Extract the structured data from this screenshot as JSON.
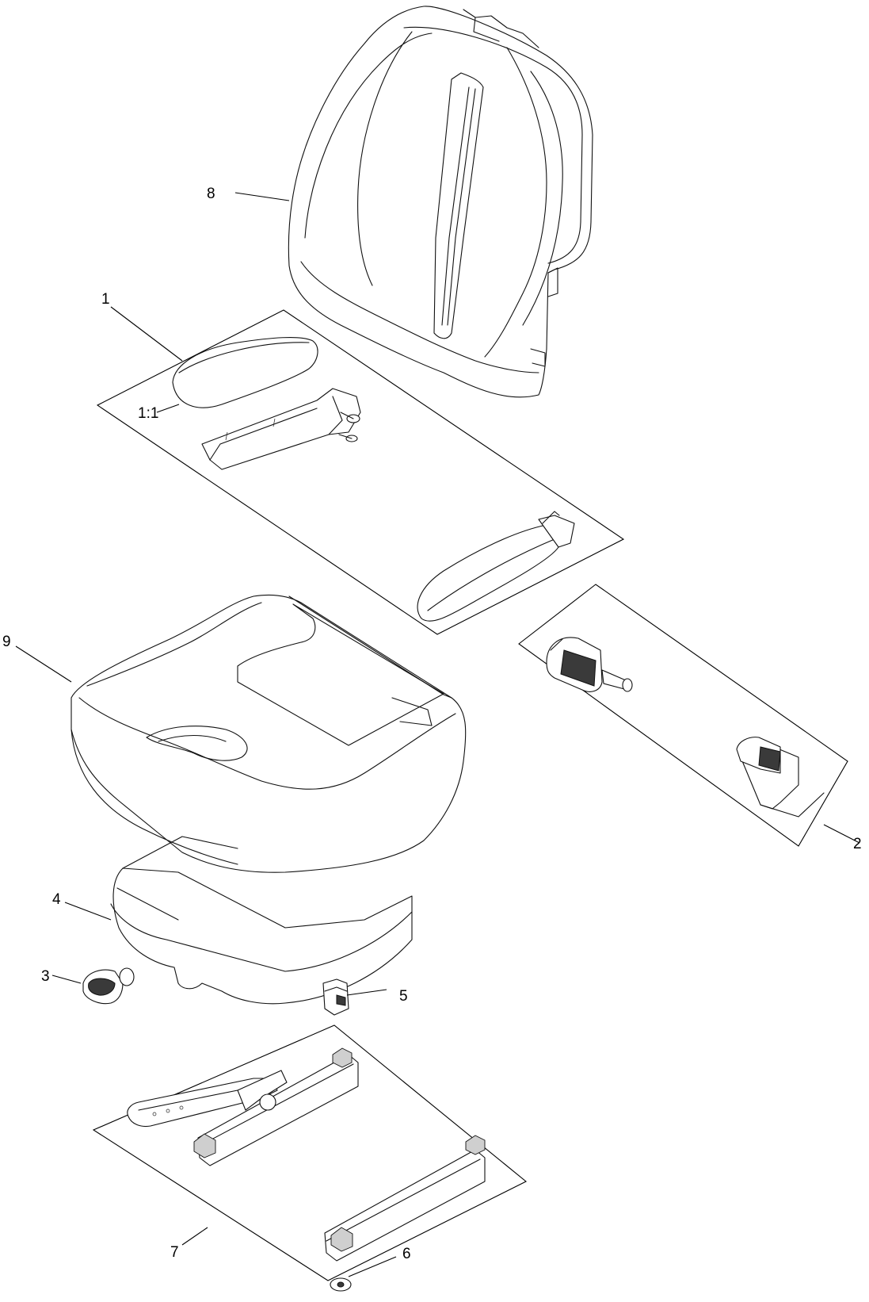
{
  "callouts": {
    "c1": "1",
    "c1_1": "1:1",
    "c2": "2",
    "c3": "3",
    "c4": "4",
    "c5": "5",
    "c6": "6",
    "c7": "7",
    "c8": "8",
    "c9": "9"
  }
}
